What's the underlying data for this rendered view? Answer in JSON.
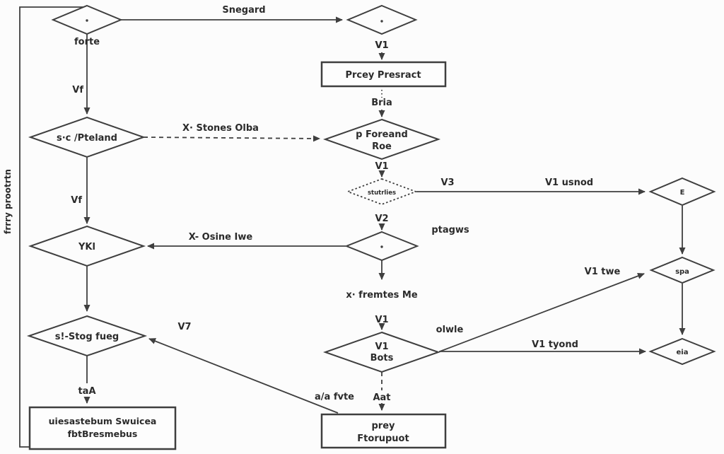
{
  "diagram": {
    "colors": {
      "stroke": "#3f3f3f",
      "text": "#2b2b2b",
      "background": "#fcfcfc"
    },
    "nodes": {
      "start": {
        "caption": "forte"
      },
      "topright": {
        "caption": "V1"
      },
      "prey_presract": {
        "text": "Prcey Presract"
      },
      "pteland": {
        "text": "s·c /Pteland"
      },
      "foreand": {
        "line1": "p Foreand",
        "line2": "Roe"
      },
      "stutrlies": {
        "text": "stutrlies"
      },
      "e_node": {
        "text": "E"
      },
      "ykl": {
        "text": "YKl"
      },
      "spa": {
        "text": "spa"
      },
      "eia": {
        "text": "eia"
      },
      "bots": {
        "line1": "V1",
        "line2": "Bots"
      },
      "stog": {
        "text": "s!-Stog fueg"
      },
      "ftorupuot": {
        "line1": "prey",
        "line2": "Ftorupuot"
      },
      "uiesastebum": {
        "line1": "uiesastebum Swuicea",
        "line2": "fbtBresmebus"
      }
    },
    "edge_labels": {
      "snegard": "Snegard",
      "vf_1": "Vf",
      "v1_top": "V1",
      "bria": "Bria",
      "stones": "X· Stones Olba",
      "v1_mid": "V1",
      "v3": "V3",
      "usnod": "V1 usnod",
      "v2": "V2",
      "ptagws": "ptagws",
      "osine": "X- Osine Iwe",
      "vf_2": "Vf",
      "fremtes": "x· fremtes Me",
      "v1_low": "V1",
      "olwle": "olwle",
      "twe": "V1 twe",
      "tyond": "V1 tyond",
      "v7": "V7",
      "afvte": "a/a fvte",
      "aat": "Aat",
      "taa": "taA",
      "loop": "frrry prootrtn"
    }
  }
}
